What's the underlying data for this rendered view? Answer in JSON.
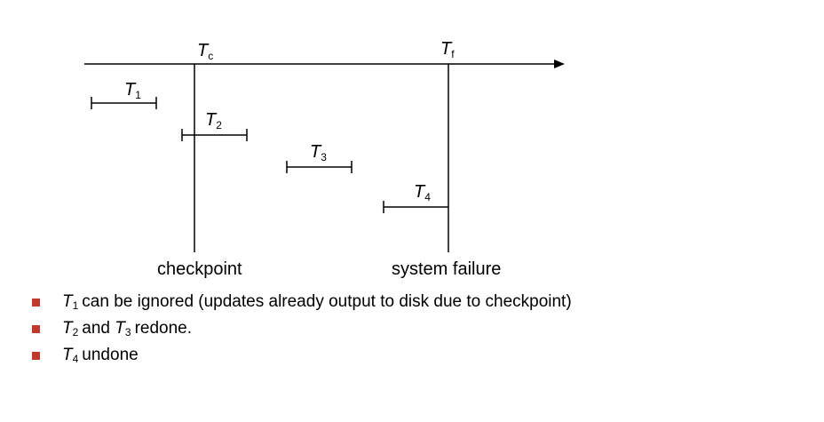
{
  "colors": {
    "line": "#000000",
    "bullet": "#c0392b"
  },
  "timeline": {
    "tc_label": {
      "main": "T",
      "sub": "c"
    },
    "tf_label": {
      "main": "T",
      "sub": "f"
    },
    "checkpoint_caption": "checkpoint",
    "failure_caption": "system failure"
  },
  "transactions": [
    {
      "main": "T",
      "sub": "1"
    },
    {
      "main": "T",
      "sub": "2"
    },
    {
      "main": "T",
      "sub": "3"
    },
    {
      "main": "T",
      "sub": "4"
    }
  ],
  "bullets": [
    {
      "t_main": "T",
      "t_sub": "1",
      "text": "can be ignored (updates already output to disk due to checkpoint)"
    },
    {
      "t_main": "T",
      "t_sub": "2",
      "text": "and",
      "t2_main": "T",
      "t2_sub": "3",
      "text2": "redone."
    },
    {
      "t_main": "T",
      "t_sub": "4",
      "text": "undone"
    }
  ]
}
